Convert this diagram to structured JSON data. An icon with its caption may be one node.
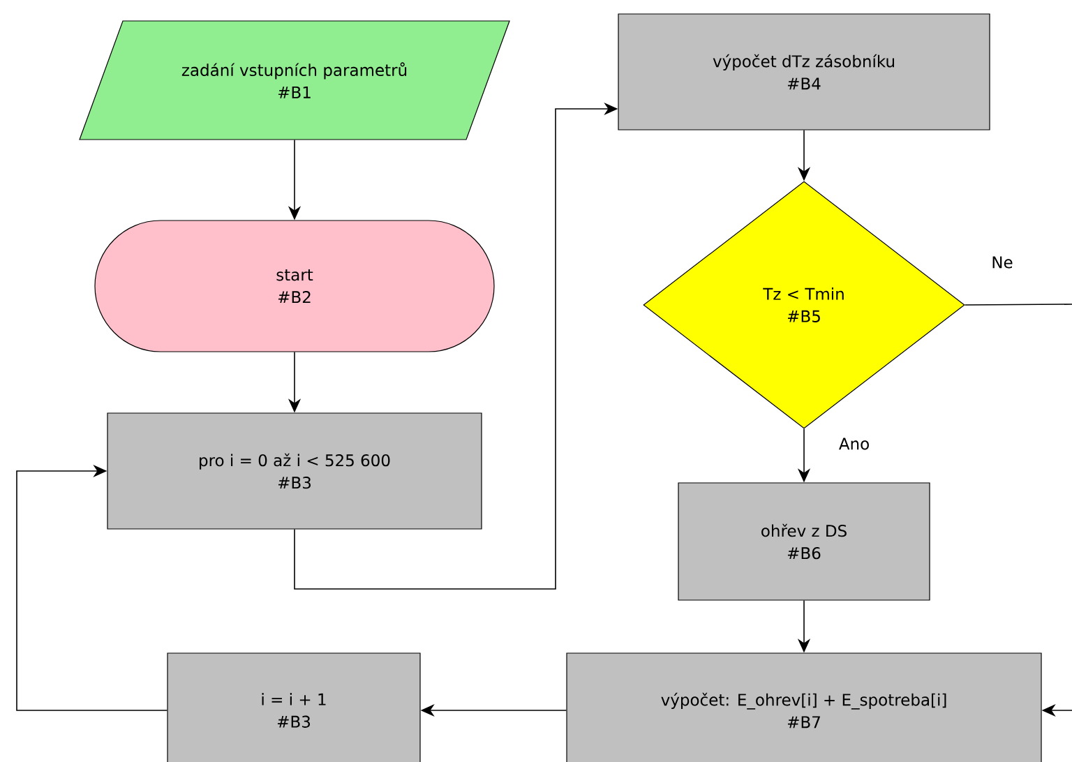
{
  "diagram": {
    "nodes": [
      {
        "text": [
          "zadání vstupních parametrů",
          "#B1"
        ]
      },
      {
        "text": [
          "start",
          "#B2"
        ]
      },
      {
        "text": [
          "pro i = 0 až i < 525 600",
          "#B3"
        ]
      },
      {
        "text": [
          "výpočet dTz zásobníku",
          "#B4"
        ]
      },
      {
        "text": [
          "Tz < Tmin",
          "#B5"
        ]
      },
      {
        "text": [
          "ohřev z DS",
          "#B6"
        ]
      },
      {
        "text": [
          "výpočet: E_ohrev[i] + E_spotreba[i]",
          "#B7"
        ]
      },
      {
        "text": [
          "i = i + 1",
          "#B3"
        ]
      }
    ],
    "edges": [
      {
        "from": 0,
        "to": 1,
        "arrow": "to"
      },
      {
        "from": 1,
        "to": 2,
        "arrow": "to"
      },
      {
        "from": 2,
        "to": 3,
        "arrow": "to"
      },
      {
        "from": 3,
        "to": 4,
        "arrow": "to"
      },
      {
        "from": 4,
        "to": 5,
        "arrow": "to",
        "label": "Ano"
      },
      {
        "from": 4,
        "to": null,
        "arrow": "none",
        "label": "Ne"
      },
      {
        "from": 5,
        "to": 6,
        "arrow": "to"
      },
      {
        "from": 6,
        "to": 7,
        "arrow": "to"
      },
      {
        "from": 7,
        "to": 2,
        "arrow": "to"
      },
      {
        "from": null,
        "to": 6,
        "arrow": "to"
      }
    ]
  }
}
